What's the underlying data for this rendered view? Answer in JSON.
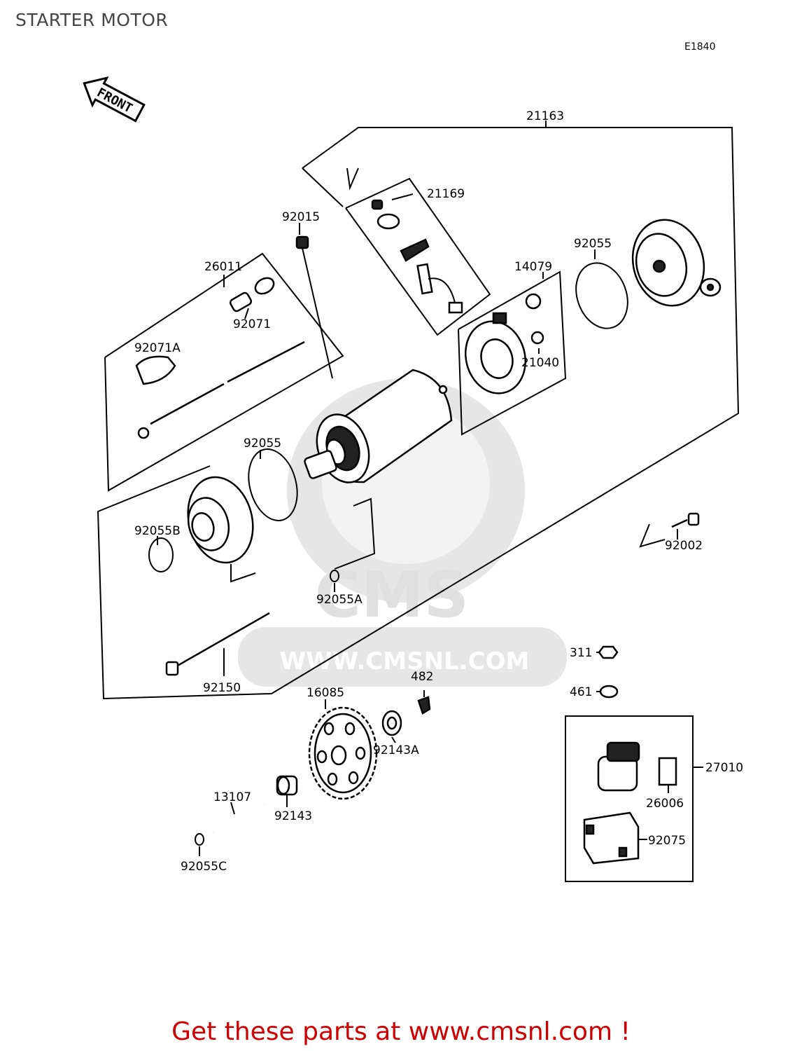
{
  "header": {
    "title": "STARTER MOTOR",
    "diagram_code": "E1840"
  },
  "front_arrow": {
    "text": "FRONT"
  },
  "watermark": {
    "brand": "CMS",
    "url": "WWW.CMSNL.COM"
  },
  "parts": {
    "p21163": "21163",
    "p21169": "21169",
    "p92015": "92015",
    "p26011": "26011",
    "p92071": "92071",
    "p92071A": "92071A",
    "p14079": "14079",
    "p92055_top": "92055",
    "p21040": "21040",
    "p92055_mid": "92055",
    "p92055B": "92055B",
    "p92055A": "92055A",
    "p92002": "92002",
    "p92150": "92150",
    "p311": "311",
    "p461": "461",
    "p482": "482",
    "p16085": "16085",
    "p92143A": "92143A",
    "p27010": "27010",
    "p26006": "26006",
    "p92075": "92075",
    "p13107": "13107",
    "p92143": "92143",
    "p92055C": "92055C"
  },
  "footer": {
    "text": "Get these parts at www.cmsnl.com !"
  }
}
